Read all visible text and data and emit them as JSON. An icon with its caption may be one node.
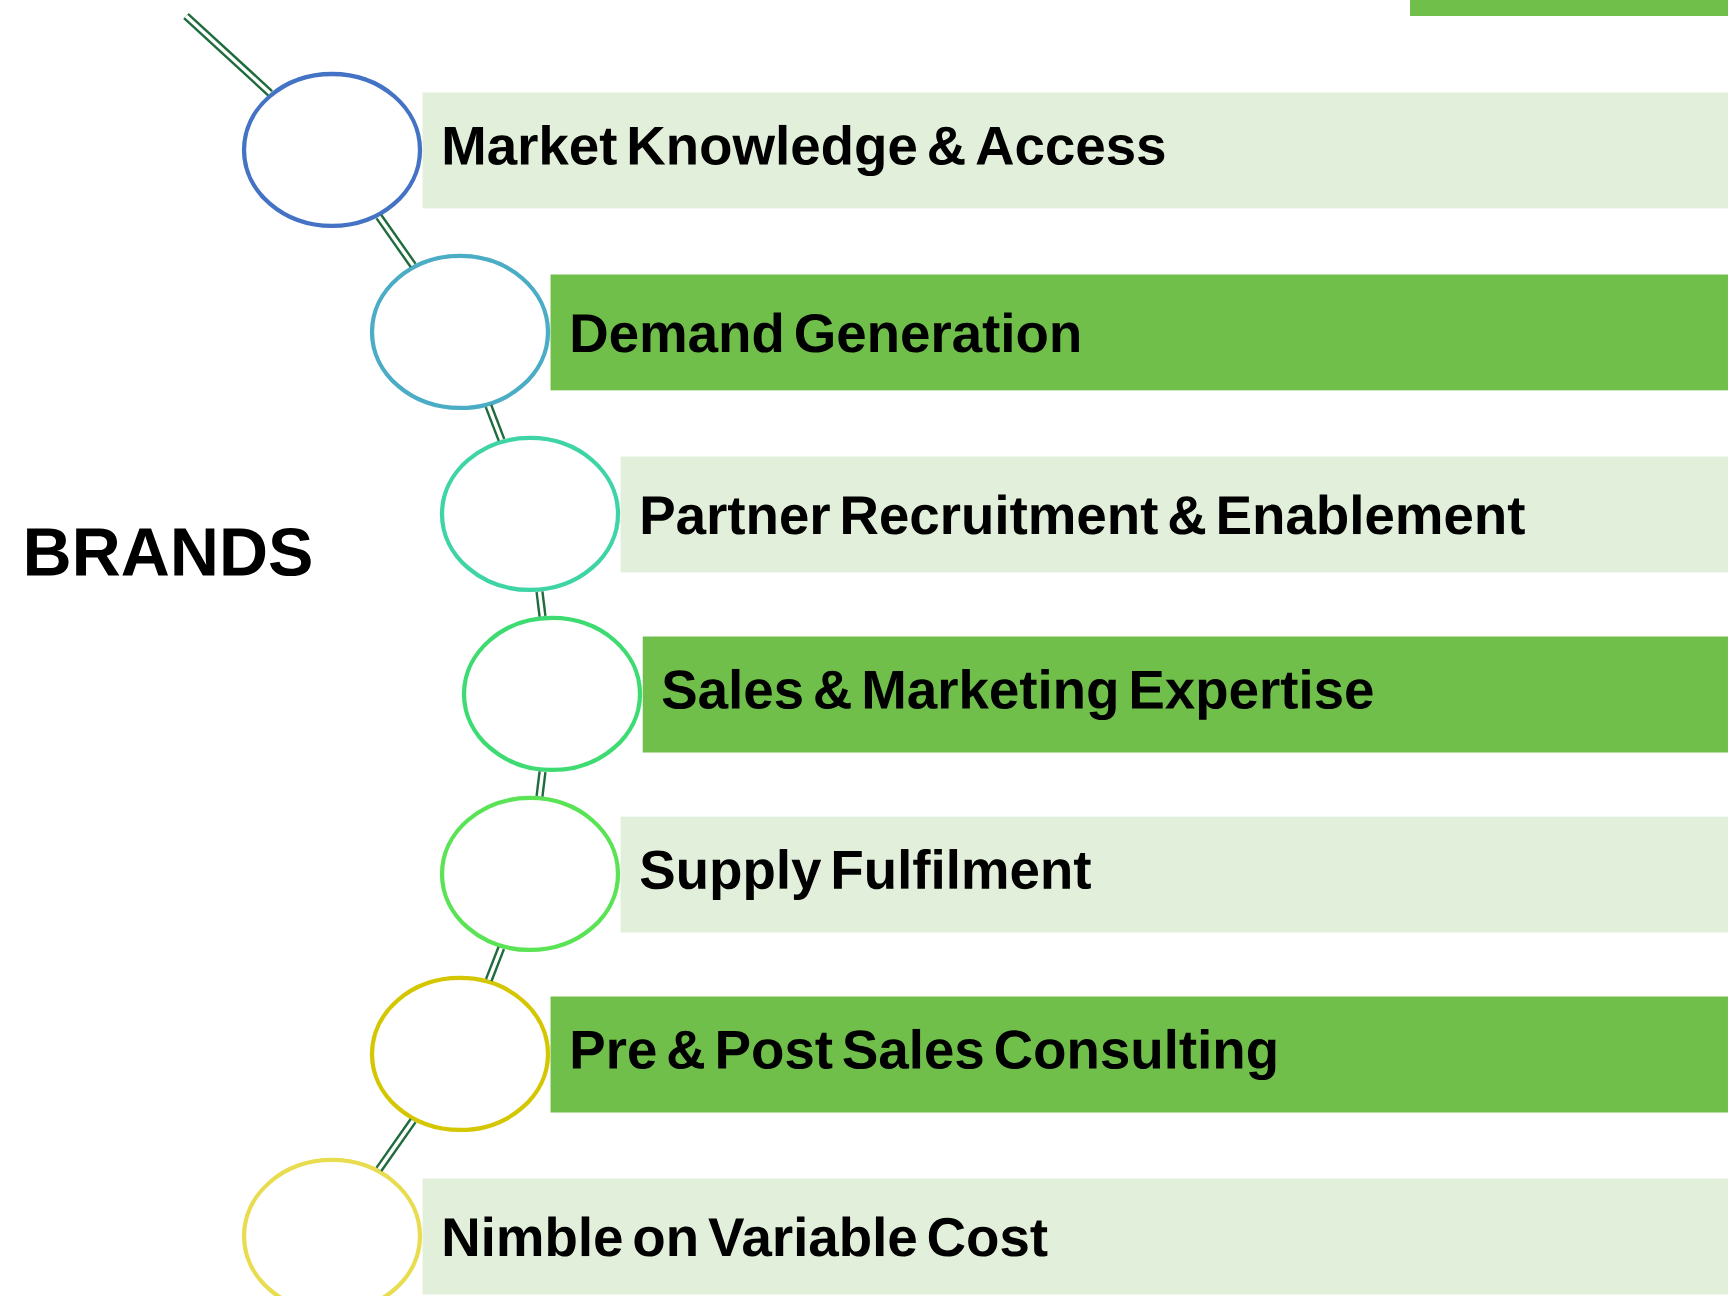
{
  "diagram": {
    "nodes": [
      {
        "text": [
          "Market Knowledge & Access"
        ]
      },
      {
        "text": [
          "Demand Generation"
        ]
      },
      {
        "text": [
          "Partner Recruitment & Enablement"
        ]
      },
      {
        "text": [
          "Sales & Marketing Expertise"
        ]
      },
      {
        "text": [
          "Supply Fulfilment"
        ]
      },
      {
        "text": [
          "Pre & Post Sales Consulting"
        ]
      },
      {
        "text": [
          "Nimble on Variable Cost"
        ]
      },
      {
        "text": [],
        "shape": "circle"
      },
      {
        "text": [],
        "shape": "circle"
      },
      {
        "text": [],
        "shape": "circle"
      },
      {
        "text": [],
        "shape": "circle"
      },
      {
        "text": [],
        "shape": "circle"
      },
      {
        "text": [],
        "shape": "circle"
      },
      {
        "text": [],
        "shape": "circle"
      }
    ],
    "edges": [
      {
        "from": null,
        "to": 7,
        "arrow": "none"
      },
      {
        "from": 7,
        "to": 8,
        "arrow": "none"
      },
      {
        "from": 8,
        "to": 9,
        "arrow": "none"
      },
      {
        "from": 9,
        "to": 10,
        "arrow": "none"
      },
      {
        "from": 10,
        "to": 11,
        "arrow": "none"
      },
      {
        "from": 11,
        "to": 12,
        "arrow": "none"
      },
      {
        "from": 12,
        "to": 13,
        "arrow": "none"
      }
    ],
    "labels": [
      "BRANDS"
    ]
  }
}
